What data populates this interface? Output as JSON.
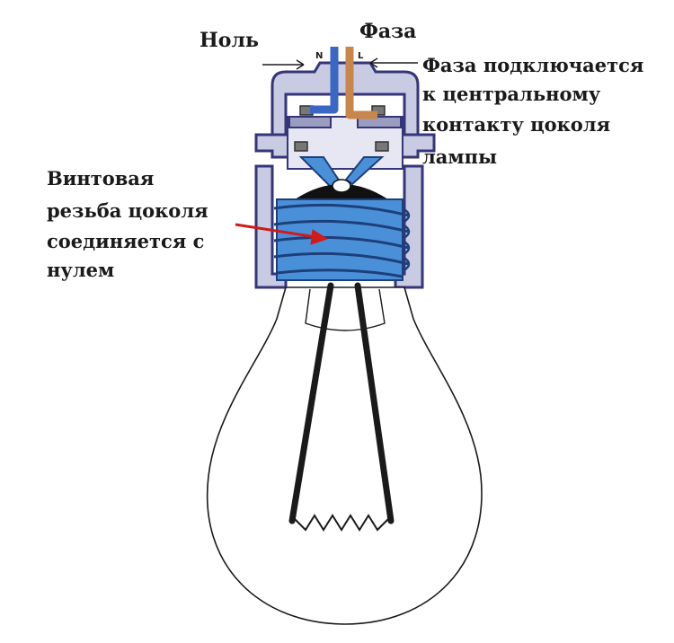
{
  "labels": {
    "neutral": "Ноль",
    "phase": "Фаза",
    "phase_note": [
      "Фаза подключается",
      "к центральному",
      "контакту цоколя",
      "лампы"
    ],
    "thread_note": [
      "Винтовая",
      "резьба цоколя",
      "соединяется с",
      "нулем"
    ],
    "wire_n": "N",
    "wire_l": "L"
  },
  "colors": {
    "socket_fill": "#c9cbe2",
    "socket_stroke": "#35357a",
    "thread_fill": "#4a90d9",
    "thread_stroke": "#1d3f7a",
    "neutral_wire": "#3a67c4",
    "phase_wire": "#c8864a",
    "arrow_red": "#d11a1a",
    "filament": "#1a1a1a"
  }
}
